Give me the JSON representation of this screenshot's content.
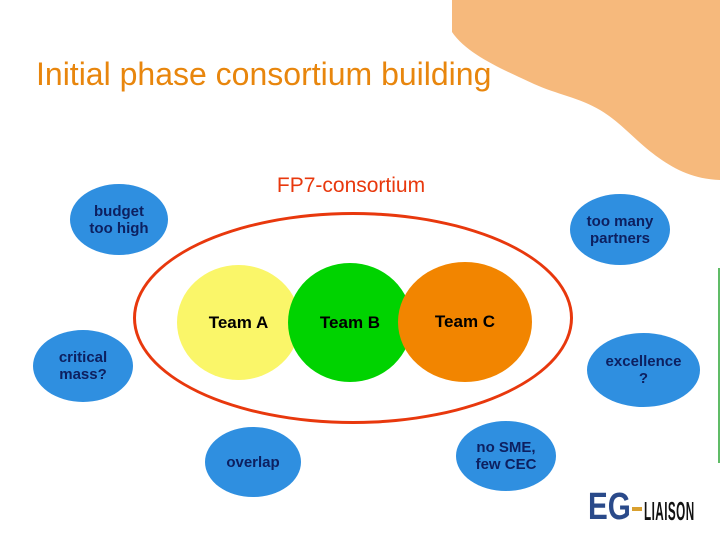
{
  "slide": {
    "title": "Initial phase consortium building",
    "diagram_label": "FP7-consortium"
  },
  "teams": [
    {
      "id": "team-a",
      "label": "Team A",
      "color": "#faf669"
    },
    {
      "id": "team-b",
      "label": "Team B",
      "color": "#00d300"
    },
    {
      "id": "team-c",
      "label": "Team C",
      "color": "#f28500"
    }
  ],
  "issues": [
    {
      "id": "budget-too-high",
      "line1": "budget",
      "line2": "too high"
    },
    {
      "id": "too-many-partners",
      "line1": "too many",
      "line2": "partners"
    },
    {
      "id": "critical-mass",
      "line1": "critical",
      "line2": "mass?"
    },
    {
      "id": "excellence",
      "line1": "excellence",
      "line2": "?"
    },
    {
      "id": "overlap",
      "line1": "overlap",
      "line2": ""
    },
    {
      "id": "no-sme-few-cec",
      "line1": "no SME,",
      "line2": "few CEC"
    }
  ],
  "logo": {
    "primary": "EG",
    "secondary": "LIAISON"
  },
  "colors": {
    "title_orange": "#e8860d",
    "corner_orange": "#f6b97c",
    "diagram_red": "#e8380d",
    "bubble_blue": "#2f8fe0",
    "bubble_text_navy": "#0d2060",
    "team_a_yellow": "#faf669",
    "team_b_green": "#00d300",
    "team_c_orange": "#f28500",
    "logo_navy": "#2a4a8a",
    "logo_dash_gold": "#d9a02f",
    "edge_green": "#44b04c"
  }
}
